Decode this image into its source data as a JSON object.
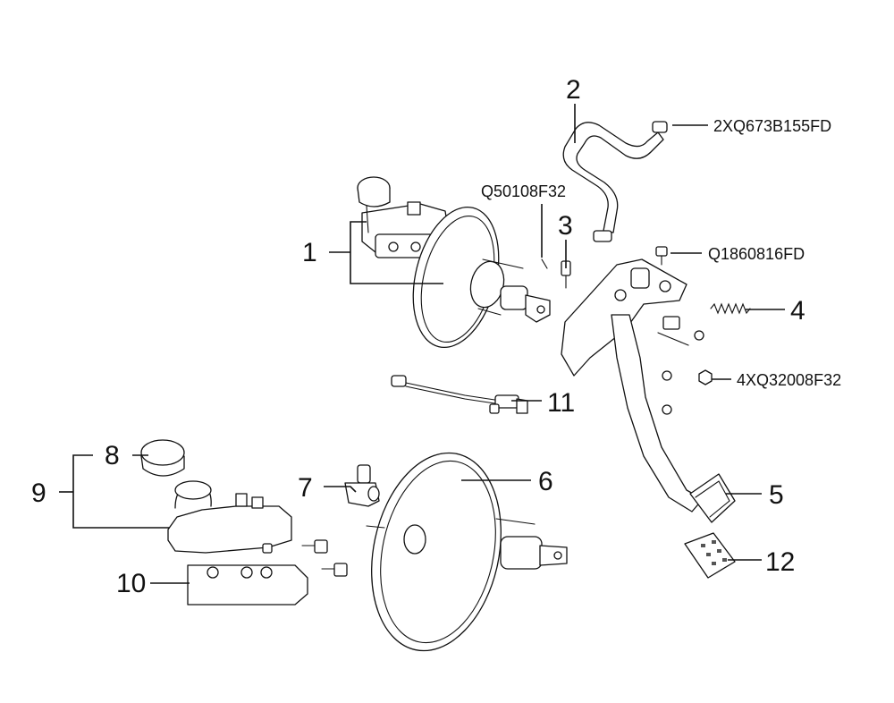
{
  "callouts": {
    "c1": "1",
    "c2": "2",
    "c3": "3",
    "c4": "4",
    "c5": "5",
    "c6": "6",
    "c7": "7",
    "c8": "8",
    "c9": "9",
    "c10": "10",
    "c11": "11",
    "c12": "12"
  },
  "part_numbers": {
    "hose_clamp": "2XQ673B155FD",
    "pin": "Q50108F32",
    "bolt": "Q1860816FD",
    "nuts": "4XQ32008F32"
  }
}
